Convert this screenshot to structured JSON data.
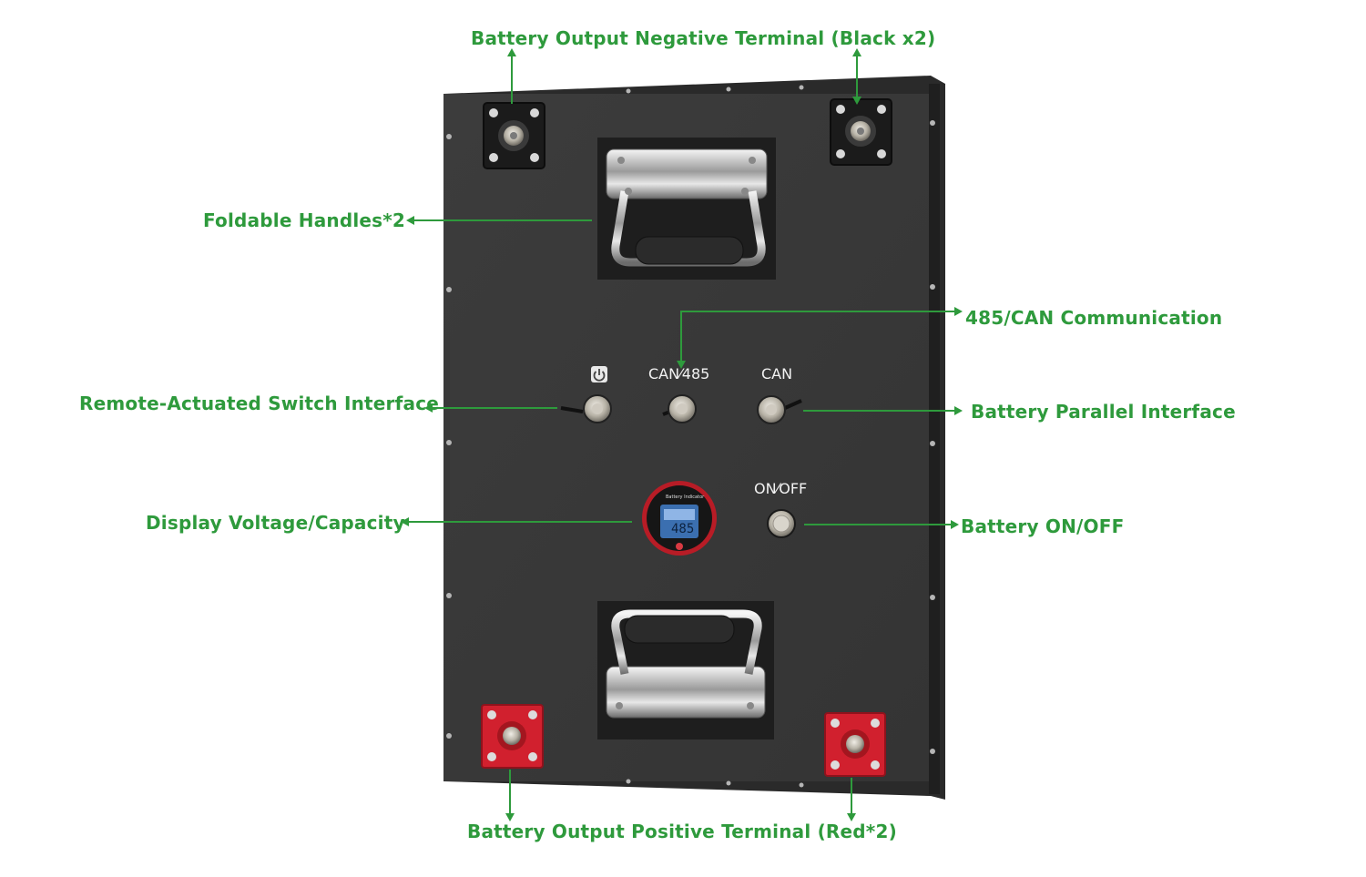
{
  "callouts": {
    "negative_terminal": "Battery Output Negative Terminal (Black x2)",
    "handles": "Foldable Handles*2",
    "communication": "485/CAN Communication",
    "remote_switch": "Remote-Actuated Switch Interface",
    "parallel": "Battery Parallel Interface",
    "display": "Display Voltage/Capacity",
    "on_off": "Battery ON/OFF",
    "positive_terminal": "Battery Output Positive Terminal (Red*2)"
  },
  "panel_labels": {
    "can_485": "CAN⁄485",
    "can": "CAN",
    "on_off": "ON⁄OFF"
  },
  "display_screen": {
    "title": "Battery Indicator",
    "readout": "485"
  },
  "colors": {
    "callout_text": "#2e9a3c",
    "panel": "#3a3a3a",
    "positive_terminal": "#d1202e",
    "negative_terminal": "#1c1c1c"
  }
}
